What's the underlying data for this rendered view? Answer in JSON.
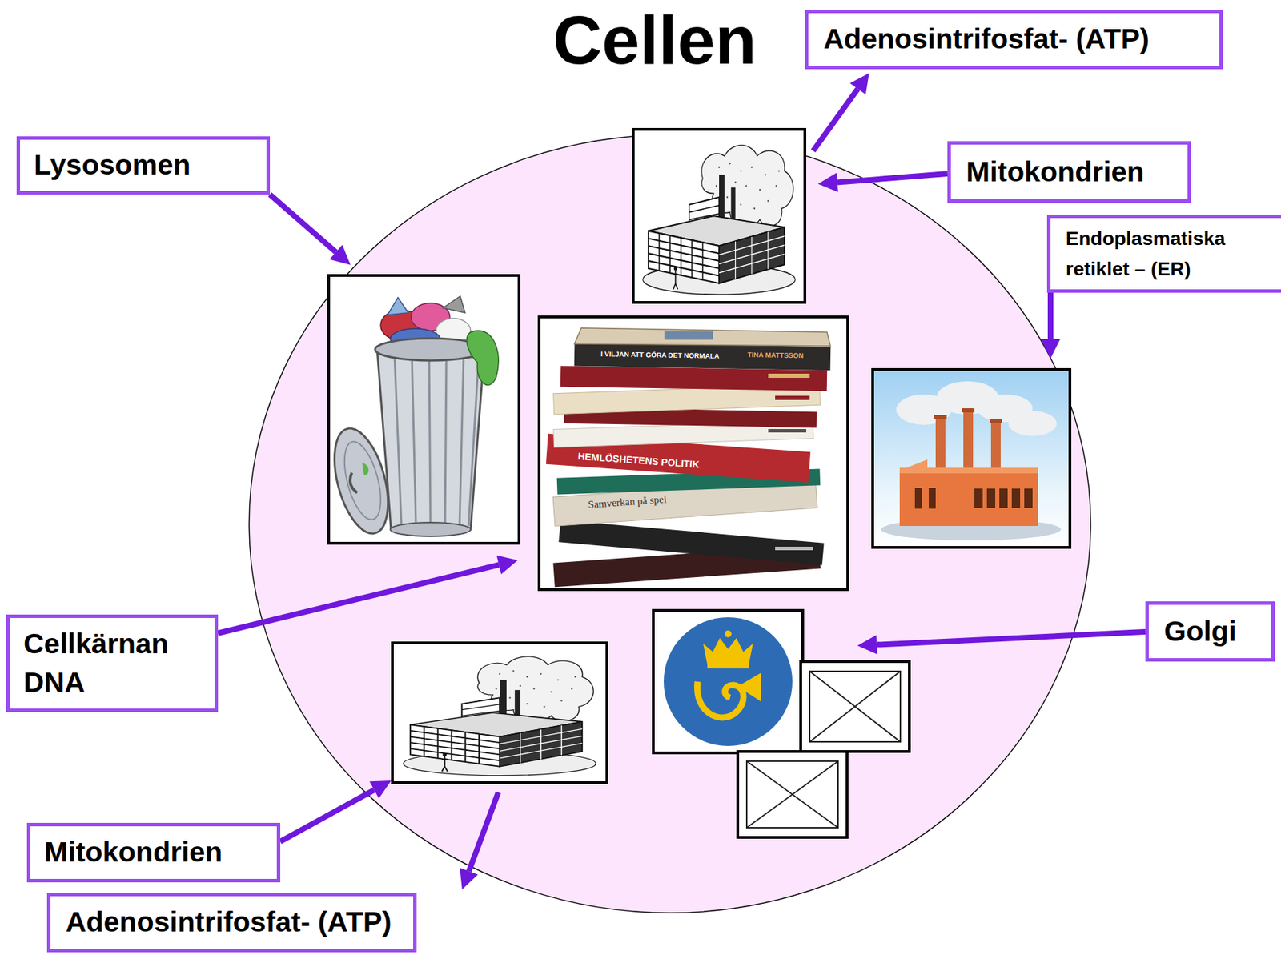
{
  "diagram": {
    "title": "Cellen",
    "nodes": [
      {
        "text": [
          "Adenosintrifosfat- (ATP)"
        ]
      },
      {
        "text": [
          "Lysosomen"
        ]
      },
      {
        "text": [
          "Mitokondrien"
        ]
      },
      {
        "text": [
          "Endoplasmatiska retiklet – (ER)"
        ]
      },
      {
        "text": [
          "Cellkärnan DNA"
        ]
      },
      {
        "text": [
          "Golgi"
        ]
      },
      {
        "text": [
          "Mitokondrien"
        ]
      },
      {
        "text": [
          "Adenosintrifosfat- (ATP)"
        ]
      }
    ],
    "labels": [
      "I VILJAN ATT GÖRA DET NORMALA",
      "TINA MATTSSON",
      "HEMLÖSHETENS POLITIK",
      "Samverkan på spel"
    ]
  }
}
